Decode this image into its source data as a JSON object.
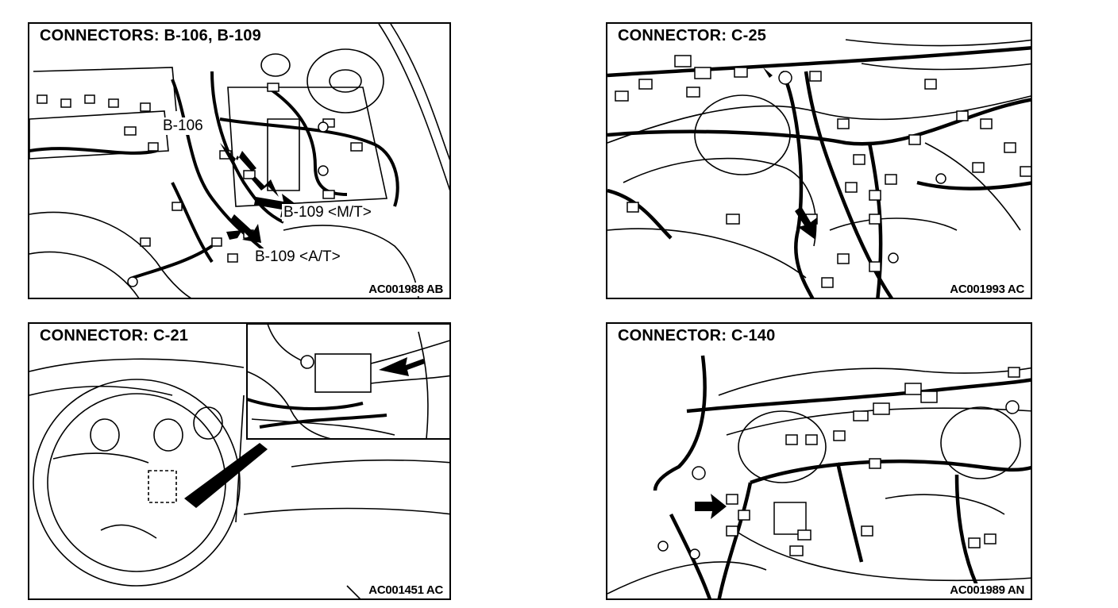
{
  "panels": [
    {
      "title": "CONNECTORS: B-106, B-109",
      "code": "AC001988 AB",
      "callouts": [
        "B-106",
        "B-109 <M/T>",
        "B-109 <A/T>"
      ]
    },
    {
      "title": "CONNECTOR: C-25",
      "code": "AC001993 AC"
    },
    {
      "title": "CONNECTOR: C-21",
      "code": "AC001451 AC"
    },
    {
      "title": "CONNECTOR: C-140",
      "code": "AC001989 AN"
    }
  ],
  "colors": {
    "ink": "#000000",
    "paper": "#ffffff"
  }
}
